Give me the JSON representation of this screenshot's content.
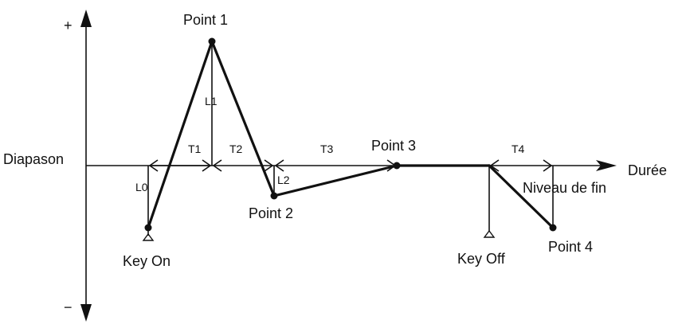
{
  "axis": {
    "plus": "+",
    "minus": "−",
    "y_label": "Diapason",
    "x_label": "Durée"
  },
  "points": {
    "p1": "Point 1",
    "p2": "Point 2",
    "p3": "Point 3",
    "p4": "Point 4"
  },
  "events": {
    "key_on": "Key On",
    "key_off": "Key Off",
    "end_level": "Niveau de fin"
  },
  "levels": {
    "l0": "L0",
    "l1": "L1",
    "l2": "L2"
  },
  "times": {
    "t1": "T1",
    "t2": "T2",
    "t3": "T3",
    "t4": "T4"
  }
}
